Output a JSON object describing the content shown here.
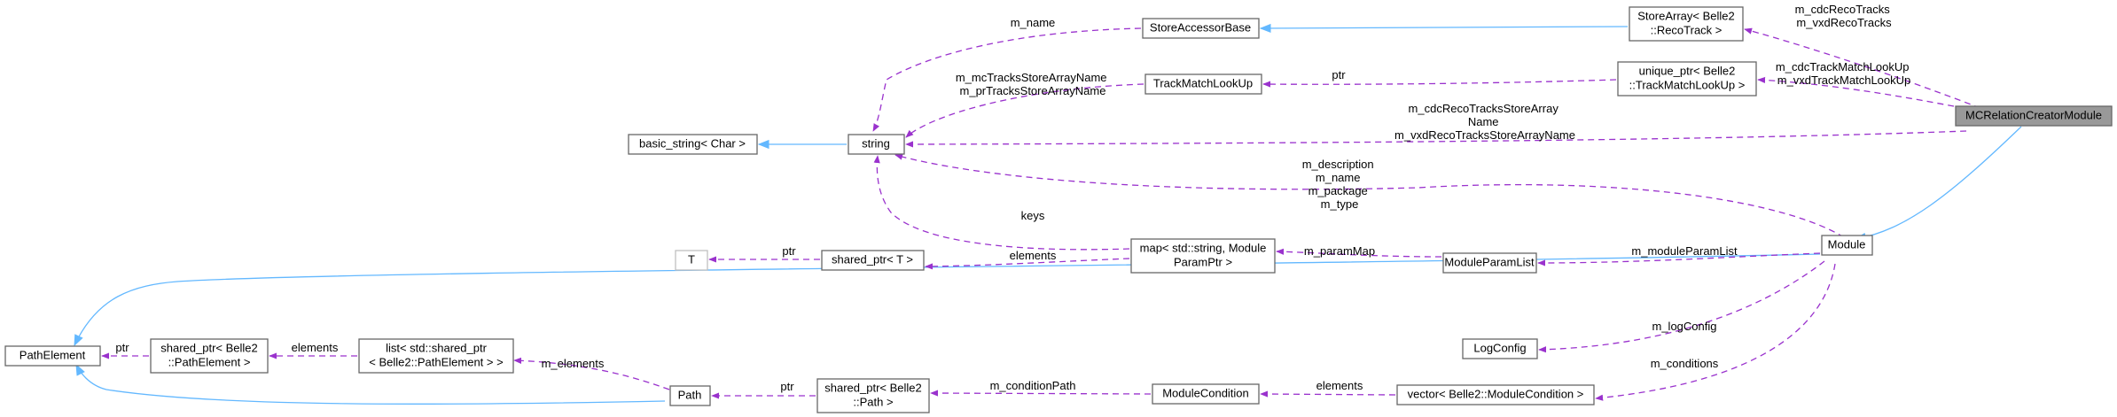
{
  "nodes": {
    "mcrel": [
      "MCRelationCreatorModule"
    ],
    "storearray": [
      "StoreArray< Belle2",
      "::RecoTrack >"
    ],
    "storeaccessor": [
      "StoreAccessorBase"
    ],
    "uniqueptr": [
      "unique_ptr< Belle2",
      "::TrackMatchLookUp >"
    ],
    "trackmatch": [
      "TrackMatchLookUp"
    ],
    "string": [
      "string"
    ],
    "basicstring": [
      "basic_string< Char >"
    ],
    "map": [
      "map< std::string, Module",
      "ParamPtr >"
    ],
    "sharedT": [
      "shared_ptr< T >"
    ],
    "T": [
      "T"
    ],
    "moduleparamlist": [
      "ModuleParamList"
    ],
    "module": [
      "Module"
    ],
    "logconfig": [
      "LogConfig"
    ],
    "pathelement": [
      "PathElement"
    ],
    "sharedPE": [
      "shared_ptr< Belle2",
      "::PathElement >"
    ],
    "list": [
      "list< std::shared_ptr",
      "< Belle2::PathElement > >"
    ],
    "path": [
      "Path"
    ],
    "sharedPath": [
      "shared_ptr< Belle2",
      "::Path >"
    ],
    "modulecondition": [
      "ModuleCondition"
    ],
    "vector": [
      "vector< Belle2::ModuleCondition >"
    ]
  },
  "edge_labels": {
    "recotracks": [
      "m_cdcRecoTracks",
      "m_vxdRecoTracks"
    ],
    "m_name": [
      "m_name"
    ],
    "ptr_tml": [
      "ptr"
    ],
    "tml": [
      "m_cdcTrackMatchLookUp",
      "m_vxdTrackMatchLookUp"
    ],
    "tm_names": [
      "m_mcTracksStoreArrayName",
      "m_prTracksStoreArrayName"
    ],
    "store_names": [
      "m_cdcRecoTracksStoreArray",
      "Name",
      "m_vxdRecoTracksStoreArrayName"
    ],
    "module_strings": [
      "m_description",
      "m_name",
      "m_package",
      "m_type"
    ],
    "keys": [
      "keys"
    ],
    "elements_map": [
      "elements"
    ],
    "ptr_T": [
      "ptr"
    ],
    "parammap": [
      "m_paramMap"
    ],
    "paramlist": [
      "m_moduleParamList"
    ],
    "logconfig": [
      "m_logConfig"
    ],
    "conditions": [
      "m_conditions"
    ],
    "ptr_pe": [
      "ptr"
    ],
    "elements_list": [
      "elements"
    ],
    "m_elements": [
      "m_elements"
    ],
    "ptr_path": [
      "ptr"
    ],
    "conditionpath": [
      "m_conditionPath"
    ],
    "elements_vec": [
      "elements"
    ]
  },
  "colors": {
    "usage_edge": "#9a32cd",
    "inheritance_edge": "#63b8ff",
    "focus_node_fill": "#999999",
    "node_border": "#666666"
  }
}
